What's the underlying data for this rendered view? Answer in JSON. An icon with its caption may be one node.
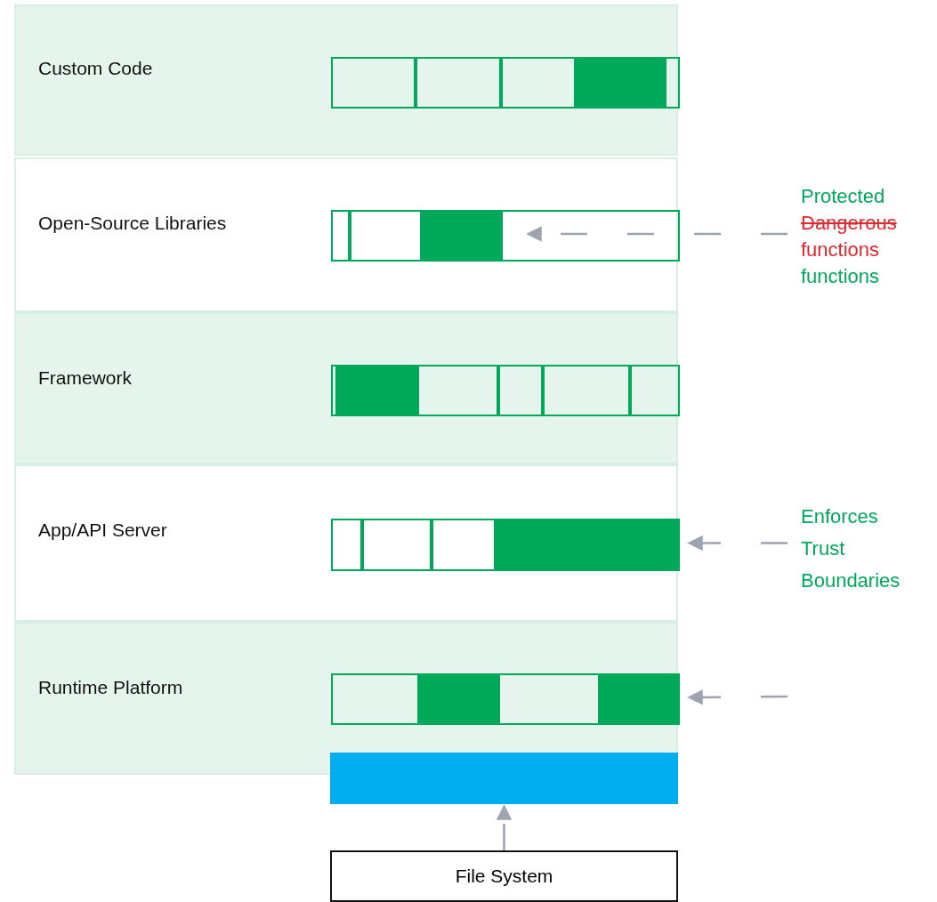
{
  "diagram": {
    "nodes": [
      {
        "text": [
          "Custom Code"
        ]
      },
      {
        "text": [],
        "shape": "bar",
        "in": 0
      },
      {
        "text": [
          "Open-Source Libraries"
        ]
      },
      {
        "text": [],
        "shape": "bar",
        "in": 2
      },
      {
        "text": [
          "Framework"
        ]
      },
      {
        "text": [],
        "shape": "bar",
        "in": 4
      },
      {
        "text": [
          "App/API Server"
        ]
      },
      {
        "text": [],
        "shape": "bar",
        "in": 6
      },
      {
        "text": [
          "Runtime Platform"
        ]
      },
      {
        "text": [],
        "shape": "bar",
        "in": 8
      },
      {
        "text": [],
        "shape": "bar"
      },
      {
        "text": [
          "File System"
        ]
      },
      {
        "text": [
          "Protected",
          "Dangerous functions",
          "functions"
        ]
      },
      {
        "text": [
          "Enforces Trust Boundaries"
        ]
      }
    ],
    "edges": [
      {
        "from": 12,
        "to": 3,
        "arrow": "to",
        "style": "dashed"
      },
      {
        "from": 13,
        "to": 7,
        "arrow": "to",
        "style": "dashed"
      },
      {
        "from": null,
        "to": 9,
        "arrow": "to",
        "style": "dashed"
      },
      {
        "from": 11,
        "to": 10,
        "arrow": "to",
        "style": "dashed"
      }
    ]
  }
}
